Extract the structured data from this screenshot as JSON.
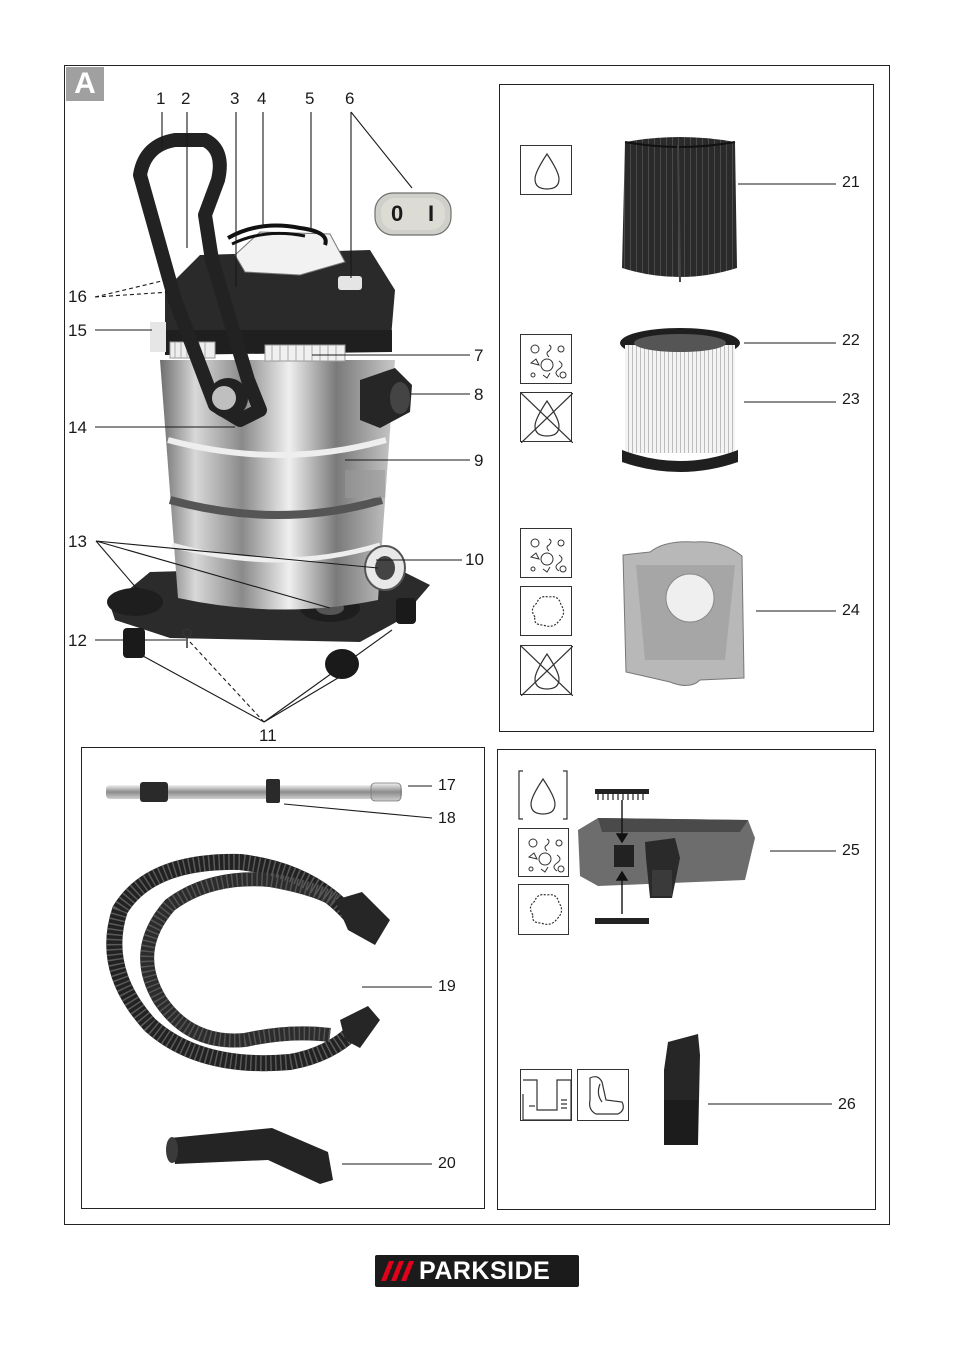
{
  "section_badge": "A",
  "switch_labels": {
    "off": "0",
    "on": "I"
  },
  "callouts": {
    "c1": "1",
    "c2": "2",
    "c3": "3",
    "c4": "4",
    "c5": "5",
    "c6": "6",
    "c7": "7",
    "c8": "8",
    "c9": "9",
    "c10": "10",
    "c11": "11",
    "c12": "12",
    "c13": "13",
    "c14": "14",
    "c15": "15",
    "c16": "16",
    "c17": "17",
    "c18": "18",
    "c19": "19",
    "c20": "20",
    "c21": "21",
    "c22": "22",
    "c23": "23",
    "c24": "24",
    "c25": "25",
    "c26": "26"
  },
  "brand": {
    "logo_text": "PARKSIDE",
    "accent": "#e2001a"
  },
  "icons": [
    "water-drop-icon",
    "debris-icon",
    "no-water-icon",
    "fine-dust-icon",
    "brush-bar-icon",
    "rubber-strip-icon",
    "crevice-icon",
    "car-seat-icon"
  ]
}
